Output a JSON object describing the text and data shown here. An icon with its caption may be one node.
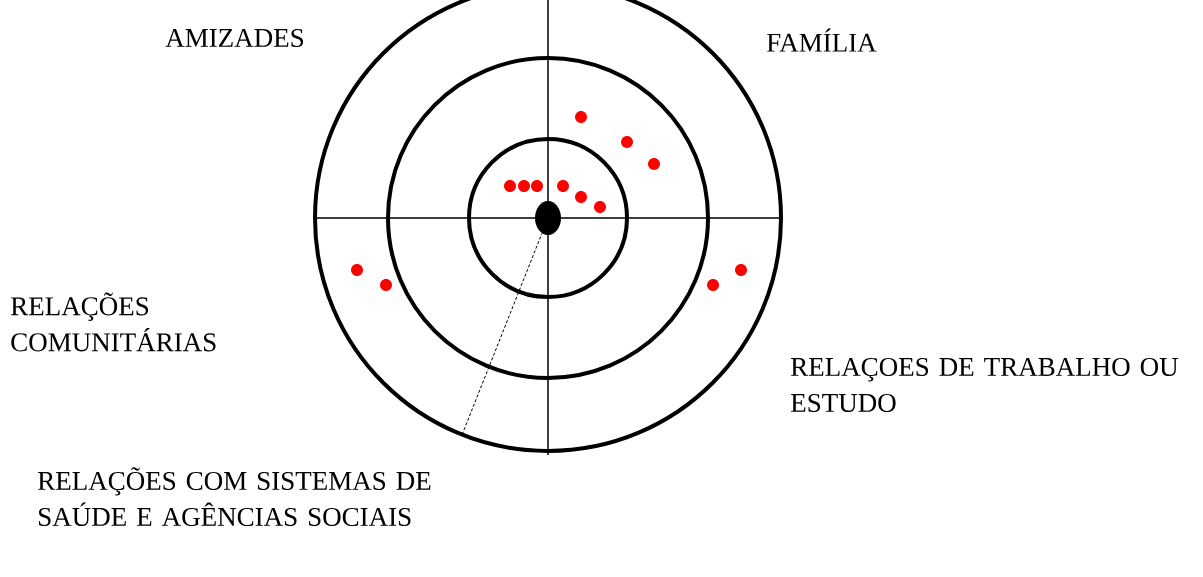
{
  "diagram": {
    "nodes": [
      {
        "text": [],
        "shape": "circle"
      },
      {
        "text": [
          "RELAÇÕES COM SISTEMAS DE SAÚDE E AGÊNCIAS SOCIAIS"
        ]
      }
    ],
    "edges": [
      {
        "from": 1,
        "to": 0,
        "arrow": "none",
        "style": "dashed"
      }
    ],
    "labels": [
      "AMIZADES",
      "FAMÍLIA",
      "RELAÇÕES COMUNITÁRIAS",
      "RELAÇOES DE TRABALHO OU ESTUDO"
    ]
  }
}
